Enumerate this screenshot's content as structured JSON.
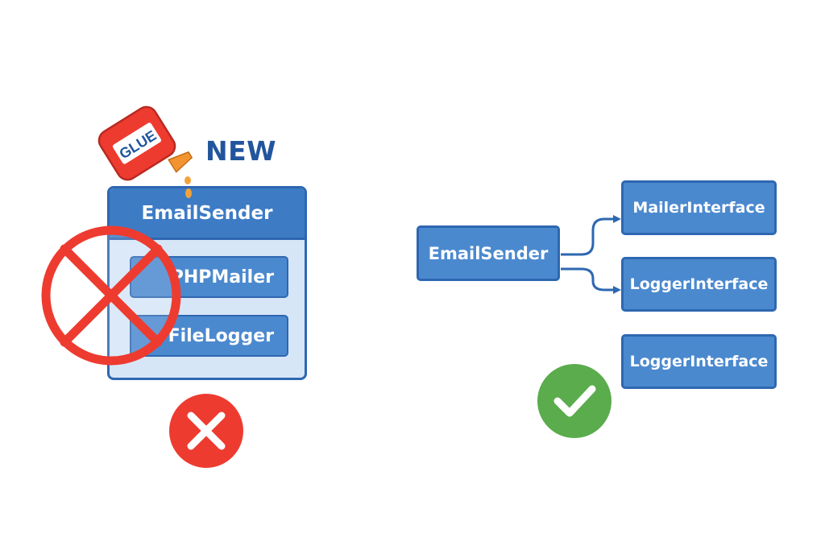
{
  "left": {
    "glue_label": "GLUE",
    "new_label": "NEW",
    "container_title": "EmailSender",
    "inner_items": [
      "PHPMailer",
      "FileLogger"
    ]
  },
  "right": {
    "sender_label": "EmailSender",
    "interfaces": [
      "MailerInterface",
      "LoggerInterface",
      "LoggerInterface"
    ]
  },
  "colors": {
    "primary_blue": "#2e67b1",
    "box_blue": "#4b89cf",
    "light_blue": "#d6e6f7",
    "error_red": "#ee3b30",
    "success_green": "#5aac4c",
    "glue_orange": "#f29432"
  },
  "icons": {
    "glue": "glue-bottle-icon",
    "prohibited": "prohibited-icon",
    "error": "x-circle-icon",
    "success": "check-circle-icon"
  }
}
